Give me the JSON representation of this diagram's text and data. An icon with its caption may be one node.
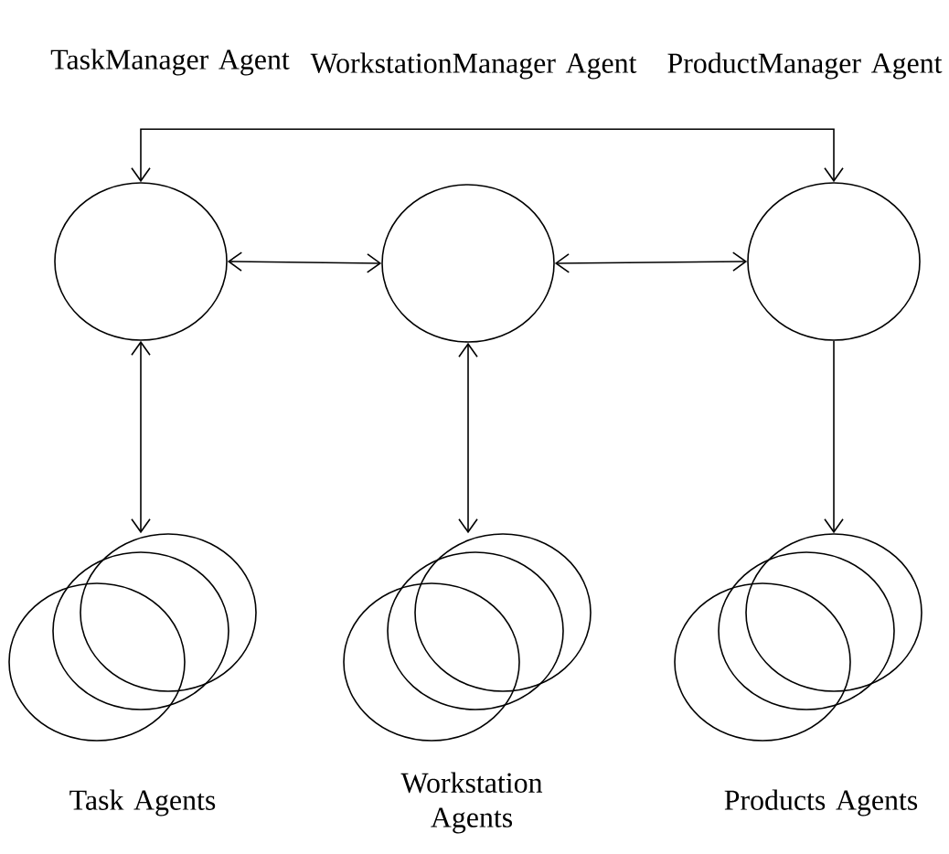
{
  "diagram": {
    "nodes": [
      {
        "text": [
          "TaskManager Agent"
        ]
      },
      {
        "text": [
          "WorkstationManager Agent"
        ]
      },
      {
        "text": [
          "ProductManager Agent"
        ]
      },
      {
        "text": [
          "Task Agents"
        ]
      },
      {
        "text": [
          "Workstation Agents"
        ]
      },
      {
        "text": [
          "Products Agents"
        ]
      }
    ],
    "edges": [
      {
        "from": 0,
        "to": 1,
        "arrow": "both"
      },
      {
        "from": 1,
        "to": 2,
        "arrow": "both"
      },
      {
        "from": 0,
        "to": 2,
        "arrow": "both"
      },
      {
        "from": 0,
        "to": 3,
        "arrow": "both"
      },
      {
        "from": 1,
        "to": 4,
        "arrow": "both"
      },
      {
        "from": 2,
        "to": 5,
        "arrow": "to"
      }
    ]
  }
}
